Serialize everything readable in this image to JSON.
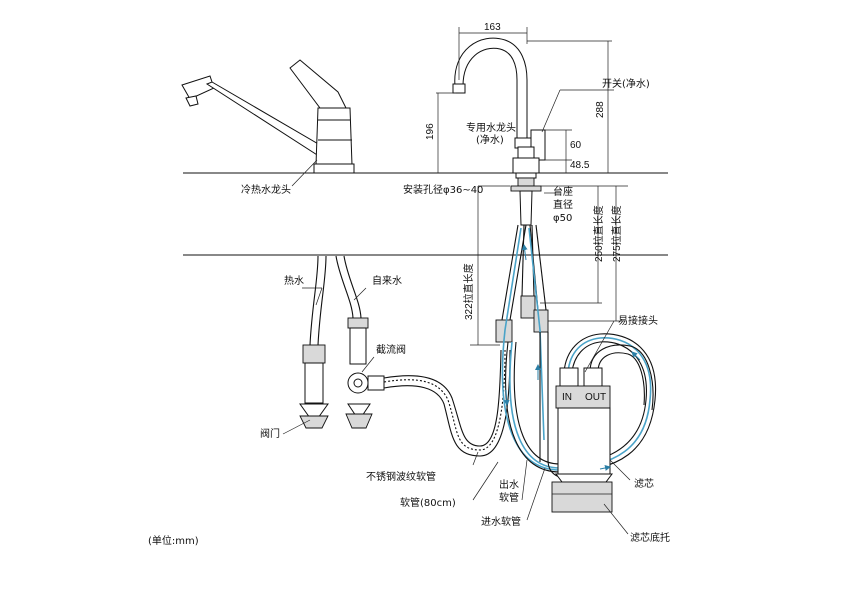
{
  "labels": {
    "cold_hot_faucet": "冷热水龙头",
    "dedicated_faucet_line1": "专用水龙头",
    "dedicated_faucet_line2": "(净水)",
    "switch": "开关(净水)",
    "install_hole": "安装孔径φ36~40",
    "base_line1": "台座",
    "base_line2": "直径",
    "base_line3": "φ50",
    "hot_water": "热水",
    "tap_water": "自来水",
    "stop_valve": "截流阀",
    "valve": "阀门",
    "quick_connector": "易接接头",
    "stainless_hose": "不锈钢波纹软管",
    "hose_80cm": "软管(80cm)",
    "outlet_line1": "出水",
    "outlet_line2": "软管",
    "inlet_hose": "进水软管",
    "filter_core": "滤芯",
    "filter_base": "滤芯底托",
    "unit": "(单位:mm)",
    "cartridge_in": "IN",
    "cartridge_out": "OUT"
  },
  "dimensions": {
    "spout_reach": "163",
    "faucet_height": "288",
    "spout_clearance": "196",
    "switch_height": "60",
    "base_height": "48.5",
    "hose_322": "322拉直长度",
    "hose_250": "250拉直长度",
    "hose_275": "275拉直长度"
  },
  "colors": {
    "line": "#111111",
    "water_flow": "#4aa3c8",
    "part_fill": "#d9d9d9"
  }
}
